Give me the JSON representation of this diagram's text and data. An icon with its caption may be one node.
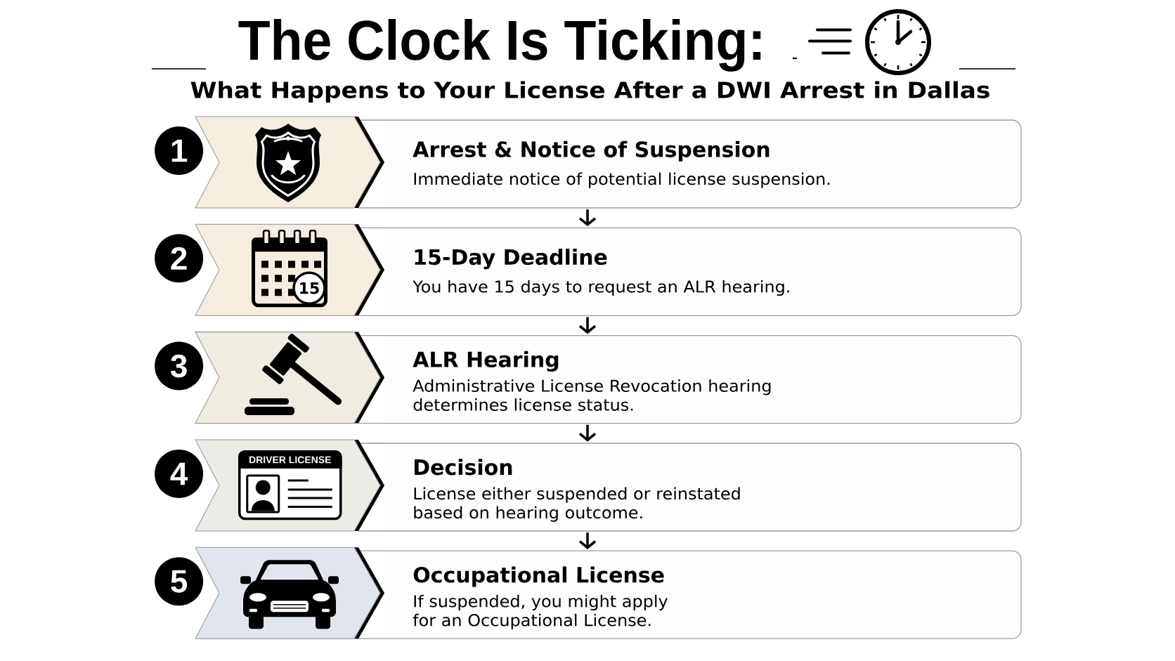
{
  "diagram": {
    "title": "The Clock Is Ticking:",
    "nodes": [
      {
        "text": [
          "1"
        ]
      },
      {
        "text": [],
        "shape": "chevron"
      },
      {
        "text": [
          "Arrest & Notice of Suspension",
          "Immediate notice of potential license suspension."
        ]
      },
      {
        "text": [
          "2"
        ]
      },
      {
        "text": [],
        "shape": "chevron"
      },
      {
        "text": [
          "15-Day Deadline",
          "You have 15 days to request an ALR hearing."
        ]
      },
      {
        "text": [
          "3"
        ]
      },
      {
        "text": [],
        "shape": "chevron"
      },
      {
        "text": [
          "ALR Hearing",
          "Administrative License Revocation hearing determines license status."
        ]
      },
      {
        "text": [
          "4"
        ]
      },
      {
        "text": [],
        "shape": "chevron"
      },
      {
        "text": [
          "Decision",
          "License either suspended or reinstated based on hearing outcome."
        ]
      },
      {
        "text": [
          "5"
        ]
      },
      {
        "text": [],
        "shape": "chevron"
      },
      {
        "text": [
          "Occupational License",
          "If suspended, you might apply for an Occupational License."
        ]
      }
    ],
    "edges": [
      {
        "from": 2,
        "to": 5,
        "arrow": "to"
      },
      {
        "from": 5,
        "to": 8,
        "arrow": "to"
      },
      {
        "from": 8,
        "to": 11,
        "arrow": "to"
      },
      {
        "from": 11,
        "to": 14,
        "arrow": "to"
      }
    ],
    "labels": [
      "What Happens to Your License After a DWI Arrest in Dallas",
      "15",
      "DRIVER LICENSE"
    ]
  }
}
